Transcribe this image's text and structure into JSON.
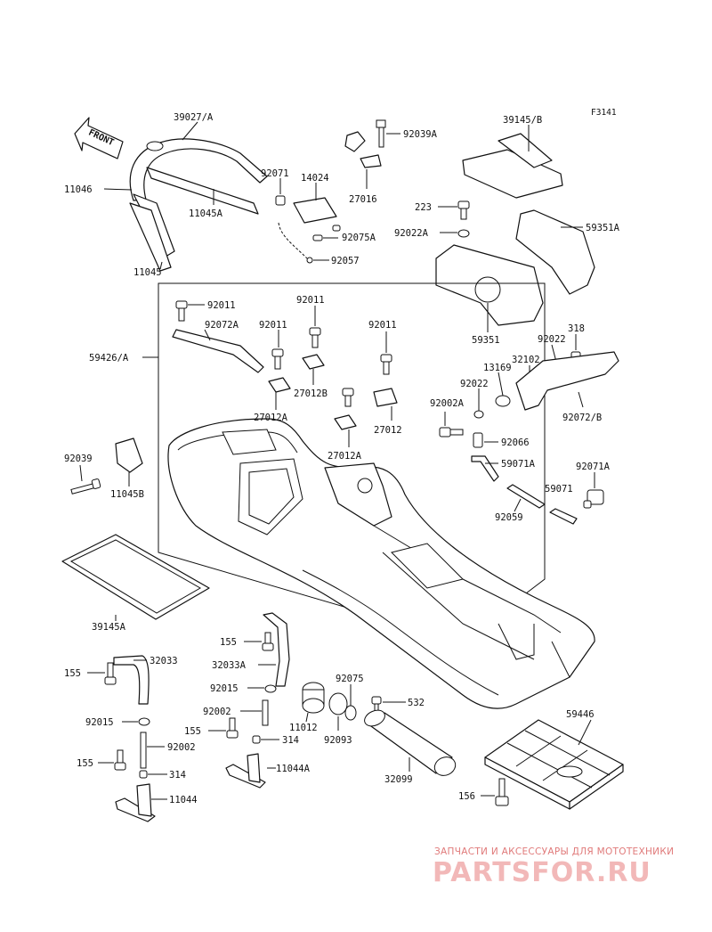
{
  "figure_code": "F3141",
  "front_arrow_text": "FRONT",
  "labels": {
    "l39027A": "39027/A",
    "l11046": "11046",
    "l11045A": "11045A",
    "l11045": "11045",
    "l92071": "92071",
    "l14024": "14024",
    "l92075A": "92075A",
    "l92057": "92057",
    "l27016": "27016",
    "l92039A": "92039A",
    "l39145B": "39145/B",
    "l223": "223",
    "l92022A": "92022A",
    "l59351A": "59351A",
    "l59351": "59351",
    "l92011a": "92011",
    "l92072A": "92072A",
    "l92011b": "92011",
    "l92011c": "92011",
    "l92011d": "92011",
    "l59426A": "59426/A",
    "l27012B": "27012B",
    "l27012A": "27012A",
    "l27012": "27012",
    "l27012A2": "27012A",
    "l92022": "92022",
    "l318": "318",
    "l32102": "32102",
    "l13169": "13169",
    "l92022b": "92022",
    "l92002A": "92002A",
    "l92072B": "92072/B",
    "l92066": "92066",
    "l59071A": "59071A",
    "l92071A": "92071A",
    "l59071": "59071",
    "l92059": "92059",
    "l92039": "92039",
    "l11045B": "11045B",
    "l39145A": "39145A",
    "l155a": "155",
    "l32033": "32033",
    "l155b": "155",
    "l32033A": "32033A",
    "l92015a": "92015",
    "l92002a": "92002",
    "l155c": "155",
    "l314a": "314",
    "l11012": "11012",
    "l92093": "92093",
    "l92075": "92075",
    "l532": "532",
    "l11044A": "11044A",
    "l92015b": "92015",
    "l92002b": "92002",
    "l155d": "155",
    "l314b": "314",
    "l11044": "11044",
    "l32099": "32099",
    "l59446": "59446",
    "l156": "156"
  },
  "watermark": {
    "tagline": "ЗАПЧАСТИ И АКСЕССУАРЫ ДЛЯ МОТОТЕХНИКИ",
    "brand": "PARTSFOR.RU"
  },
  "colors": {
    "line": "#111111",
    "watermark_text": "#e07a7a",
    "watermark_brand": "#f2b8b8"
  }
}
